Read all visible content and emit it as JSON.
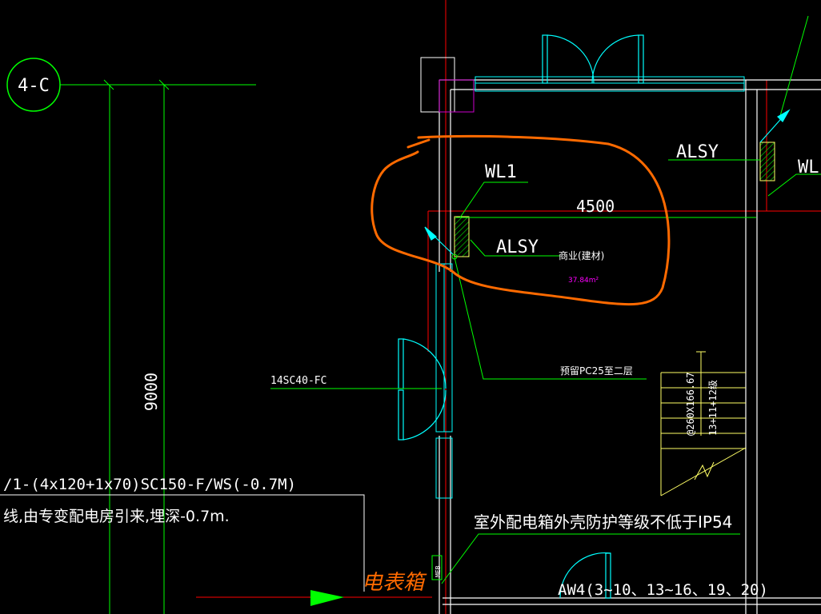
{
  "grid_bubble": {
    "label": "4-C"
  },
  "dimensions": {
    "vertical": "9000",
    "horizontal": "4500"
  },
  "panel_labels": {
    "wl1": "WL1",
    "alsy_main": "ALSY",
    "alsy_right": "ALSY",
    "wl_right": "WL"
  },
  "room": {
    "name": "商业(建材)",
    "area": "37.84m²"
  },
  "notes": {
    "conduit_reserve": "预留PC25至二层",
    "feed_conduit": "14SC40-FC",
    "cable_spec": "/1-(4x120+1x70)SC150-F/WS(-0.7M)",
    "cable_source": "线,由专变配电房引来,埋深-0.7m.",
    "enclosure_rating": "室外配电箱外壳防护等级不低于IP54",
    "circuits": "AW4(3~10、13~16、19、20)",
    "stair_spec": "@260X166.67",
    "stair_steps": "13+11+12级"
  },
  "tags": {
    "meb": "MEB"
  },
  "handwriting": {
    "text": "电表箱"
  },
  "colors": {
    "background": "#000000",
    "wall": "#FFFFFF",
    "leader": "#00FF00",
    "door": "#00FFFF",
    "axis": "#FF0000",
    "stair": "#FFFF66",
    "hatch": "#00CC00",
    "area_text": "#FF00FF",
    "markup": "#FF6A00"
  }
}
